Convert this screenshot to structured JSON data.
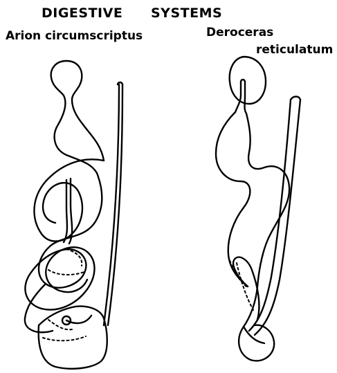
{
  "figure": {
    "title_left": "DIGESTIVE",
    "title_right": "SYSTEMS",
    "left_species": "Arion circumscriptus",
    "right_species_line1": "Deroceras",
    "right_species_line2": "reticulatum"
  }
}
